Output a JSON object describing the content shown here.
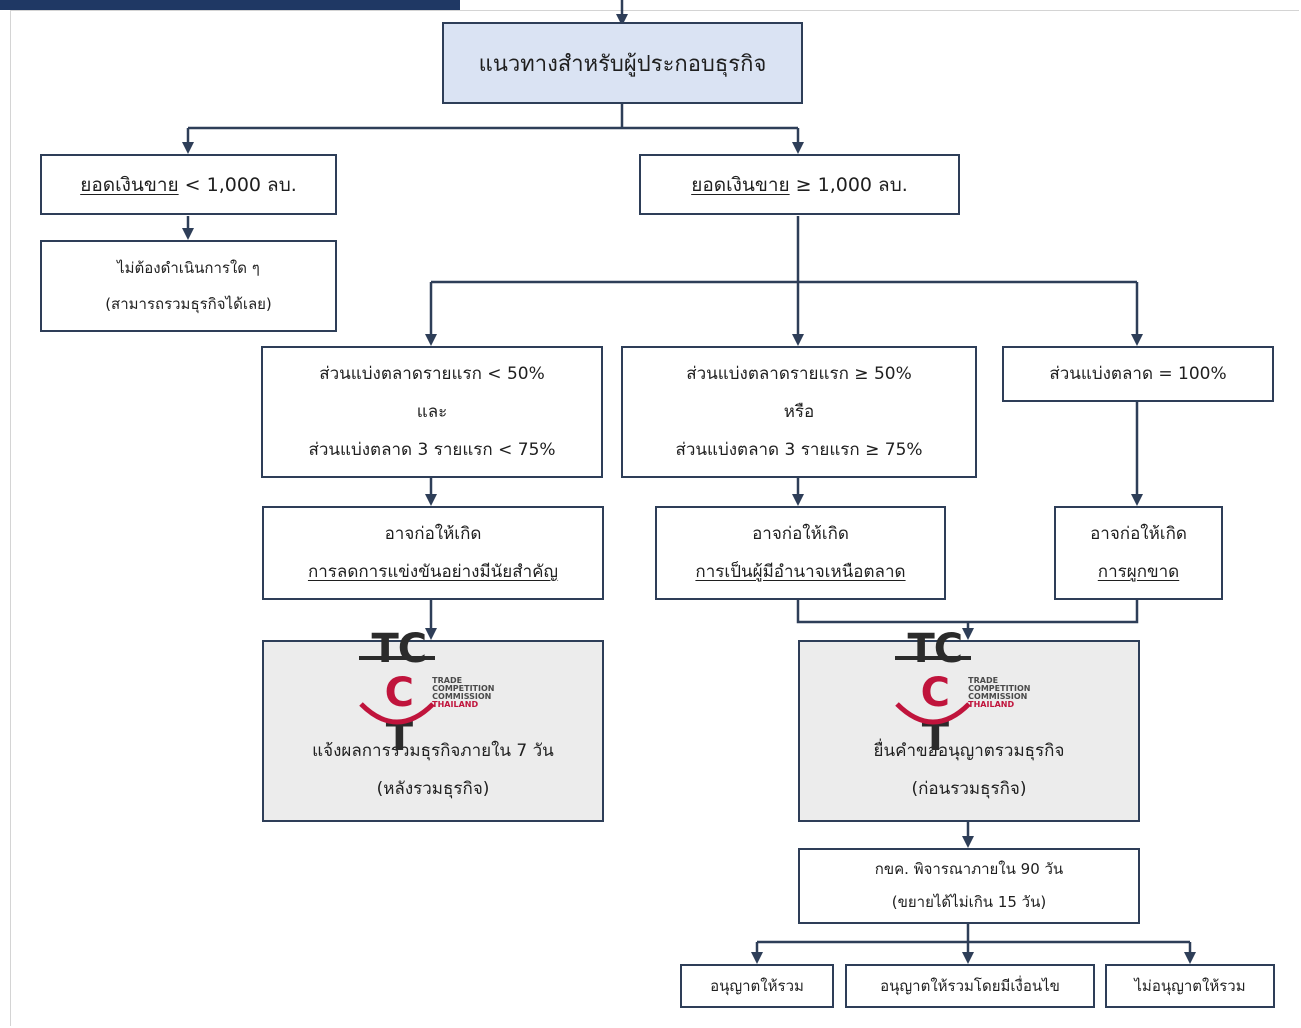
{
  "title": "แนวทางสำหรับผู้ประกอบธุรกิจ",
  "low_sales": {
    "underlined": "ยอดเงินขาย",
    "rest": " < 1,000 ลบ."
  },
  "high_sales": {
    "underlined": "ยอดเงินขาย",
    "rest": " ≥ 1,000 ลบ."
  },
  "no_action": {
    "line1": "ไม่ต้องดำเนินการใด ๆ",
    "line2": "(สามารถรวมธุรกิจได้เลย)"
  },
  "share_low": {
    "line1": "ส่วนแบ่งตลาดรายแรก < 50%",
    "line2": "และ",
    "line3": "ส่วนแบ่งตลาด 3 รายแรก < 75%"
  },
  "share_high": {
    "line1": "ส่วนแบ่งตลาดรายแรก ≥ 50%",
    "line2": "หรือ",
    "line3": "ส่วนแบ่งตลาด 3 รายแรก ≥ 75%"
  },
  "share_full": {
    "line1": "ส่วนแบ่งตลาด = 100%"
  },
  "effect_low": {
    "line1": "อาจก่อให้เกิด",
    "line2": "การลดการแข่งขันอย่างมีนัยสำคัญ"
  },
  "effect_high": {
    "line1": "อาจก่อให้เกิด",
    "line2": "การเป็นผู้มีอำนาจเหนือตลาด"
  },
  "effect_full": {
    "line1": "อาจก่อให้เกิด",
    "line2": "การผูกขาด"
  },
  "logo": {
    "mark": "TCCT",
    "words": [
      "TRADE",
      "COMPETITION",
      "COMMISSION",
      "THAILAND"
    ],
    "dark_color": "#2b2b2b",
    "accent_color": "#c0143c"
  },
  "notify": {
    "line1": "แจ้งผลการรวมธุรกิจภายใน 7 วัน",
    "line2": "(หลังรวมธุรกิจ)"
  },
  "apply": {
    "line1": "ยื่นคำขออนุญาตรวมธุรกิจ",
    "line2": "(ก่อนรวมธุรกิจ)"
  },
  "review": {
    "line1": "กขค. พิจารณาภายใน 90 วัน",
    "line2": "(ขยายได้ไม่เกิน 15 วัน)"
  },
  "outcomes": [
    "อนุญาตให้รวม",
    "อนุญาตให้รวมโดยมีเงื่อนไข",
    "ไม่อนุญาตให้รวม"
  ],
  "colors": {
    "border": "#2e3e58",
    "title_fill": "#dae3f3",
    "agency_fill": "#ececec",
    "banner": "#1f3864"
  }
}
